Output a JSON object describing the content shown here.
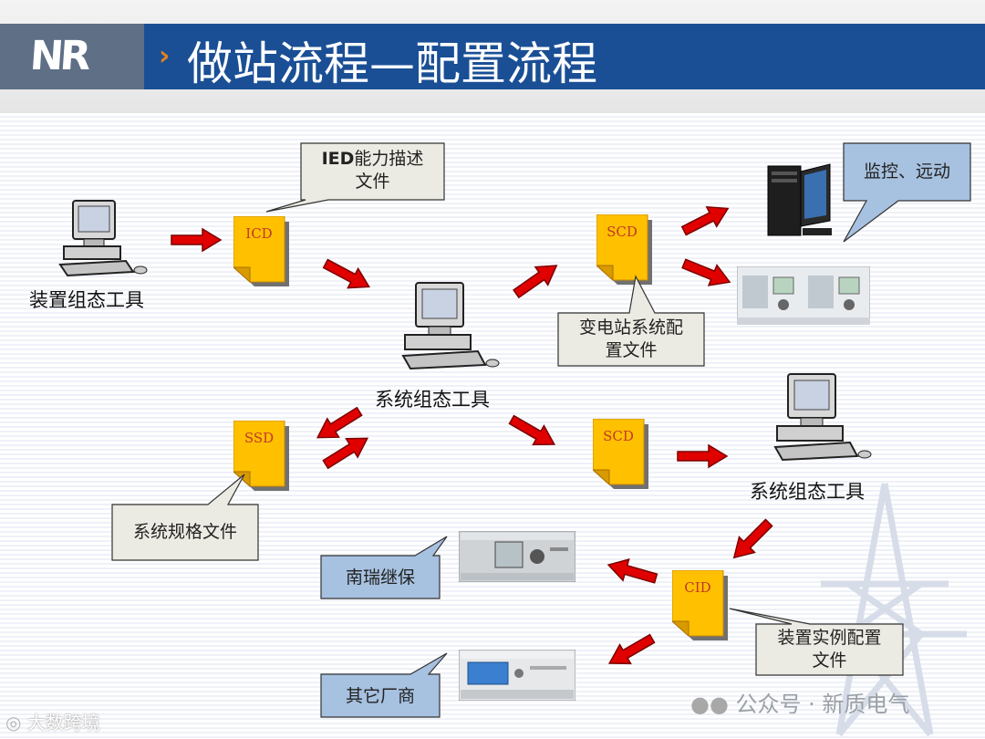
{
  "header": {
    "logo_text": "NR",
    "title": "做站流程—配置流程"
  },
  "documents": {
    "icd": "ICD",
    "scd_top": "SCD",
    "ssd": "SSD",
    "scd_mid": "SCD",
    "cid": "CID"
  },
  "callouts": {
    "ied_line1_prefix": "IED",
    "ied_line1_suffix": "能力描述",
    "ied_line2": "文件",
    "monitor": "监控、远动",
    "substation_line1": "变电站系统配",
    "substation_line2": "置文件",
    "system_spec": "系统规格文件",
    "nari": "南瑞继保",
    "device_line1": "装置实例配置",
    "device_line2": "文件",
    "others": "其它厂商"
  },
  "labels": {
    "device_tool": "装置组态工具",
    "system_tool_center": "系统组态工具",
    "system_tool_right": "系统组态工具"
  },
  "watermarks": {
    "left": "大数跨境",
    "right": "公众号 · 新质电气"
  },
  "colors": {
    "header_blue": "#1a4f95",
    "doc_yellow": "#ffc000",
    "arrow_red": "#e00000",
    "callout_beige": "#ecebe3",
    "callout_blue": "#a7c1e0"
  }
}
